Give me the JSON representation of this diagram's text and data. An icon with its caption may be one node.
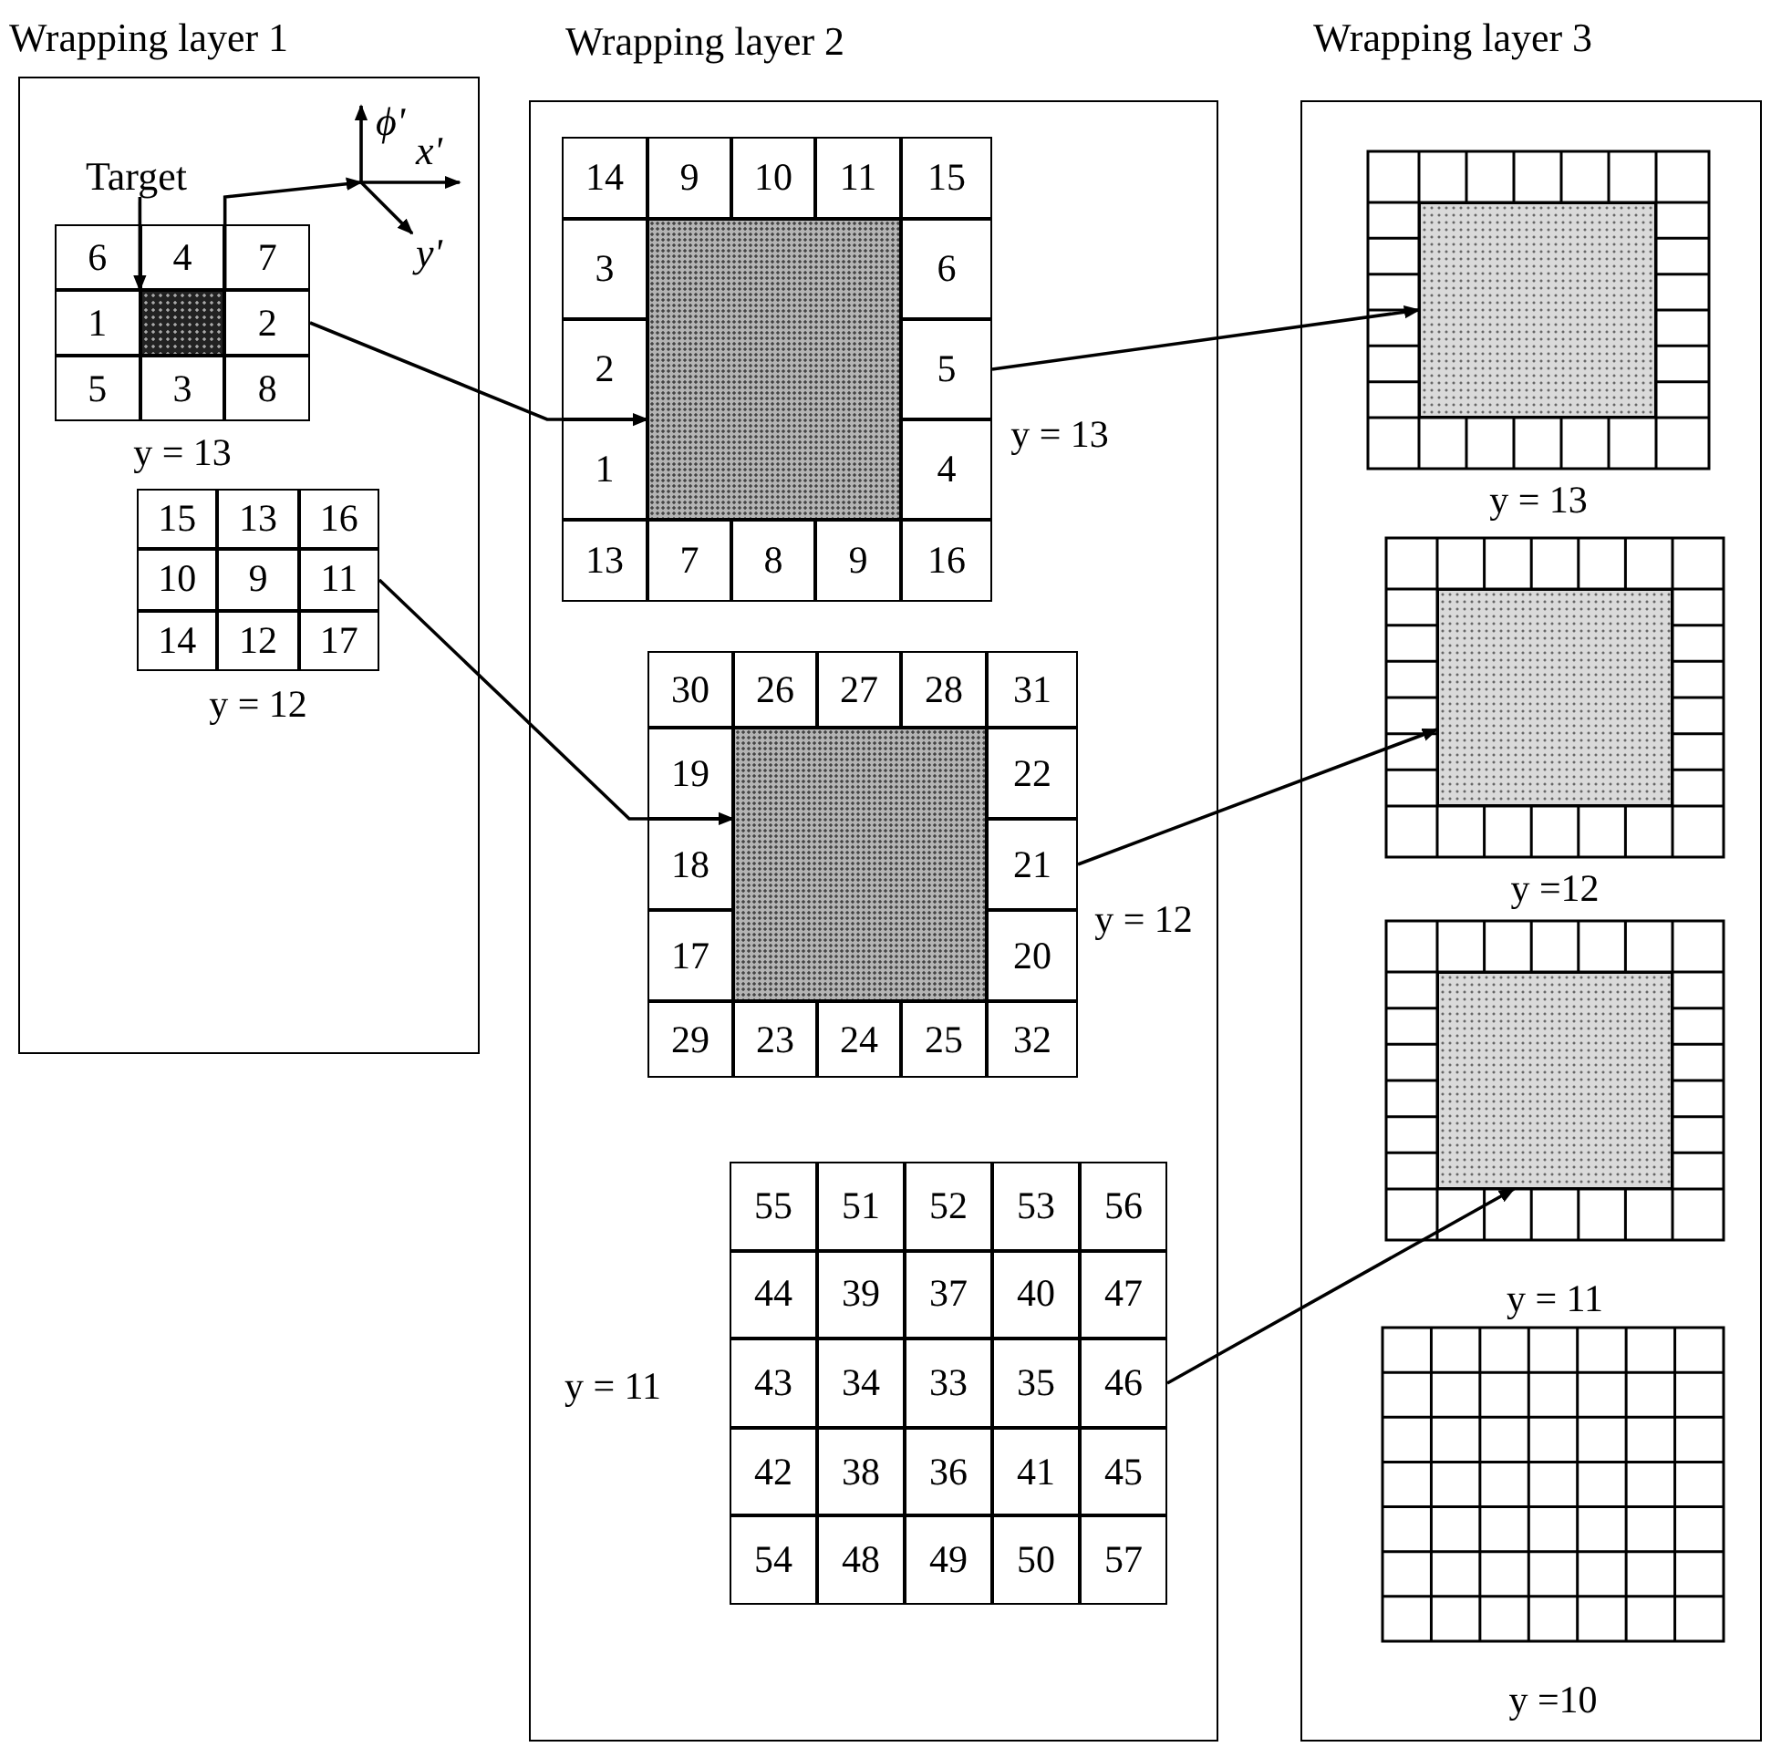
{
  "diagram": {
    "nodes": [
      {
        "text": [
          "Wrapping layer 1"
        ]
      },
      {
        "text": [
          "Target"
        ],
        "in": 0
      },
      {
        "text": [
          "y = 13"
        ],
        "in": 0
      },
      {
        "text": [
          "6"
        ],
        "in": 2
      },
      {
        "text": [
          "4"
        ],
        "in": 2
      },
      {
        "text": [
          "7"
        ],
        "in": 2
      },
      {
        "text": [
          "1"
        ],
        "in": 2
      },
      {
        "text": [],
        "shape": "box",
        "in": 2
      },
      {
        "text": [
          "2"
        ],
        "in": 2
      },
      {
        "text": [
          "5"
        ],
        "in": 2
      },
      {
        "text": [
          "3"
        ],
        "in": 2
      },
      {
        "text": [
          "8"
        ],
        "in": 2
      },
      {
        "text": [
          "y = 12"
        ],
        "in": 0
      },
      {
        "text": [
          "15"
        ],
        "in": 12
      },
      {
        "text": [
          "13"
        ],
        "in": 12
      },
      {
        "text": [
          "16"
        ],
        "in": 12
      },
      {
        "text": [
          "10"
        ],
        "in": 12
      },
      {
        "text": [
          "9"
        ],
        "in": 12
      },
      {
        "text": [
          "11"
        ],
        "in": 12
      },
      {
        "text": [
          "14"
        ],
        "in": 12
      },
      {
        "text": [
          "12"
        ],
        "in": 12
      },
      {
        "text": [
          "17"
        ],
        "in": 12
      },
      {
        "text": [
          "Wrapping layer 2"
        ]
      },
      {
        "text": [
          "y = 13"
        ],
        "in": 22
      },
      {
        "text": [
          "14"
        ],
        "in": 23
      },
      {
        "text": [
          "9"
        ],
        "in": 23
      },
      {
        "text": [
          "10"
        ],
        "in": 23
      },
      {
        "text": [
          "11"
        ],
        "in": 23
      },
      {
        "text": [
          "15"
        ],
        "in": 23
      },
      {
        "text": [
          "3"
        ],
        "in": 23
      },
      {
        "text": [],
        "shape": "box",
        "in": 23
      },
      {
        "text": [
          "6"
        ],
        "in": 23
      },
      {
        "text": [
          "2"
        ],
        "in": 23
      },
      {
        "text": [
          "5"
        ],
        "in": 23
      },
      {
        "text": [
          "1"
        ],
        "in": 23
      },
      {
        "text": [
          "4"
        ],
        "in": 23
      },
      {
        "text": [
          "13"
        ],
        "in": 23
      },
      {
        "text": [
          "7"
        ],
        "in": 23
      },
      {
        "text": [
          "8"
        ],
        "in": 23
      },
      {
        "text": [
          "9"
        ],
        "in": 23
      },
      {
        "text": [
          "16"
        ],
        "in": 23
      },
      {
        "text": [
          "y = 12"
        ],
        "in": 22
      },
      {
        "text": [
          "30"
        ],
        "in": 41
      },
      {
        "text": [
          "26"
        ],
        "in": 41
      },
      {
        "text": [
          "27"
        ],
        "in": 41
      },
      {
        "text": [
          "28"
        ],
        "in": 41
      },
      {
        "text": [
          "31"
        ],
        "in": 41
      },
      {
        "text": [
          "19"
        ],
        "in": 41
      },
      {
        "text": [],
        "shape": "box",
        "in": 41
      },
      {
        "text": [
          "22"
        ],
        "in": 41
      },
      {
        "text": [
          "18"
        ],
        "in": 41
      },
      {
        "text": [
          "21"
        ],
        "in": 41
      },
      {
        "text": [
          "17"
        ],
        "in": 41
      },
      {
        "text": [
          "20"
        ],
        "in": 41
      },
      {
        "text": [
          "29"
        ],
        "in": 41
      },
      {
        "text": [
          "23"
        ],
        "in": 41
      },
      {
        "text": [
          "24"
        ],
        "in": 41
      },
      {
        "text": [
          "25"
        ],
        "in": 41
      },
      {
        "text": [
          "32"
        ],
        "in": 41
      },
      {
        "text": [
          "y = 11"
        ],
        "in": 22
      },
      {
        "text": [
          "55"
        ],
        "in": 59
      },
      {
        "text": [
          "51"
        ],
        "in": 59
      },
      {
        "text": [
          "52"
        ],
        "in": 59
      },
      {
        "text": [
          "53"
        ],
        "in": 59
      },
      {
        "text": [
          "56"
        ],
        "in": 59
      },
      {
        "text": [
          "44"
        ],
        "in": 59
      },
      {
        "text": [
          "39"
        ],
        "in": 59
      },
      {
        "text": [
          "37"
        ],
        "in": 59
      },
      {
        "text": [
          "40"
        ],
        "in": 59
      },
      {
        "text": [
          "47"
        ],
        "in": 59
      },
      {
        "text": [
          "43"
        ],
        "in": 59
      },
      {
        "text": [
          "34"
        ],
        "in": 59
      },
      {
        "text": [
          "33"
        ],
        "in": 59
      },
      {
        "text": [
          "35"
        ],
        "in": 59
      },
      {
        "text": [
          "46"
        ],
        "in": 59
      },
      {
        "text": [
          "42"
        ],
        "in": 59
      },
      {
        "text": [
          "38"
        ],
        "in": 59
      },
      {
        "text": [
          "36"
        ],
        "in": 59
      },
      {
        "text": [
          "41"
        ],
        "in": 59
      },
      {
        "text": [
          "45"
        ],
        "in": 59
      },
      {
        "text": [
          "54"
        ],
        "in": 59
      },
      {
        "text": [
          "48"
        ],
        "in": 59
      },
      {
        "text": [
          "49"
        ],
        "in": 59
      },
      {
        "text": [
          "50"
        ],
        "in": 59
      },
      {
        "text": [
          "57"
        ],
        "in": 59
      },
      {
        "text": [
          "Wrapping layer 3"
        ]
      },
      {
        "text": [
          "y = 13"
        ],
        "in": 85
      },
      {
        "text": [],
        "shape": "box",
        "in": 86
      },
      {
        "text": [
          "y =12"
        ],
        "in": 85
      },
      {
        "text": [],
        "shape": "box",
        "in": 88
      },
      {
        "text": [
          "y = 11"
        ],
        "in": 85
      },
      {
        "text": [],
        "shape": "box",
        "in": 90
      },
      {
        "text": [
          "y =10"
        ],
        "in": 85
      }
    ],
    "edges": [
      {
        "from": 1,
        "to": 7,
        "arrow": "to"
      },
      {
        "from": 7,
        "to": null,
        "arrow": "to"
      },
      {
        "from": 8,
        "to": 30,
        "arrow": "to"
      },
      {
        "from": 18,
        "to": 48,
        "arrow": "to"
      },
      {
        "from": 33,
        "to": 87,
        "arrow": "to"
      },
      {
        "from": 51,
        "to": 89,
        "arrow": "to"
      },
      {
        "from": 74,
        "to": 91,
        "arrow": "to"
      }
    ],
    "labels": [
      "ϕ'",
      "x'",
      "y'"
    ]
  }
}
